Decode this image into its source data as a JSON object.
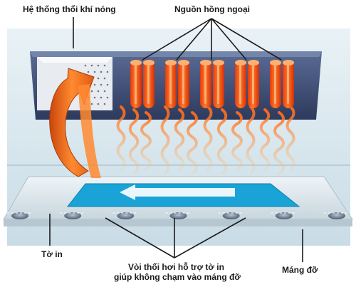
{
  "labels": {
    "hot_air_system": "Hệ thống thổi khí nóng",
    "infrared_source": "Nguồn hồng ngoại",
    "print_sheet": "Tờ in",
    "nozzle_line1": "Vòi thổi hơi hỗ trợ tờ in",
    "nozzle_line2": "giúp không chạm vào máng đỡ",
    "support_tray": "Máng đỡ"
  },
  "components": {
    "infrared_lamp_count": 5,
    "air_nozzle_count": 7
  },
  "colors": {
    "housing": "#3d4e78",
    "background_panel": "#dbe8ef",
    "lamp_orange": "#ff5a1e",
    "lamp_highlight": "#ffb070",
    "heat_wave": "#ff8a2a",
    "sheet_blue": "#1aa3d6",
    "tray": "#e6eef3",
    "nozzle": "#5f6f84",
    "label_line": "#1b1b1b"
  }
}
